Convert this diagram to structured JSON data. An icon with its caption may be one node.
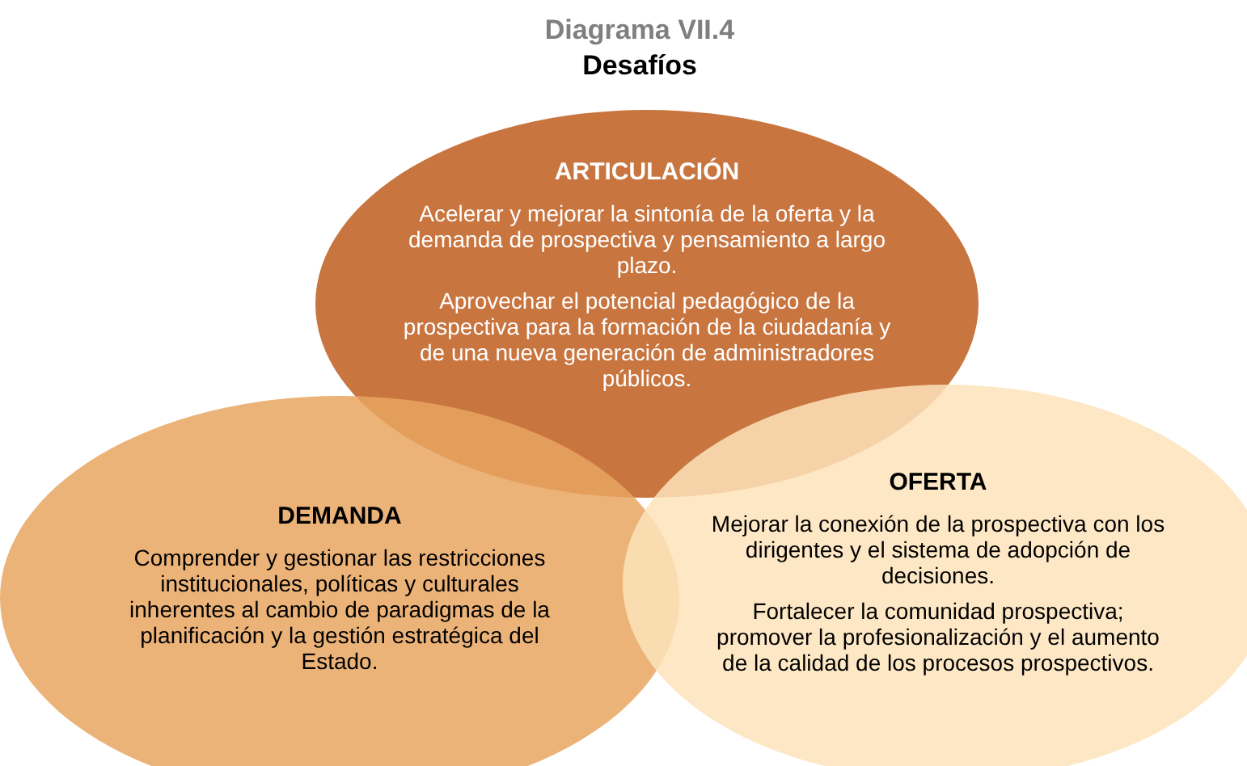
{
  "diagram": {
    "title": "Diagrama VII.4",
    "nodes": [
      {
        "text": [
          "ARTICULACIÓN",
          "Acelerar y mejorar la sintonía de la oferta y la demanda de prospectiva y pensamiento a largo plazo.",
          "Aprovechar el potencial pedagógico de la prospectiva para la formación de la ciudadanía y de una nueva generación de administradores públicos."
        ]
      },
      {
        "text": [
          "DEMANDA",
          "Comprender y gestionar las restricciones institucionales, políticas y culturales inherentes al cambio de paradigmas de la planificación y la gestión estratégica del Estado."
        ]
      },
      {
        "text": [
          "OFERTA",
          "Mejorar la conexión de la prospectiva con los dirigentes y el sistema de adopción de decisiones.",
          "Fortalecer la comunidad prospectiva; promover la profesionalización y el aumento de la calidad de los procesos prospectivos."
        ]
      }
    ],
    "labels": [
      "Desafíos"
    ]
  }
}
